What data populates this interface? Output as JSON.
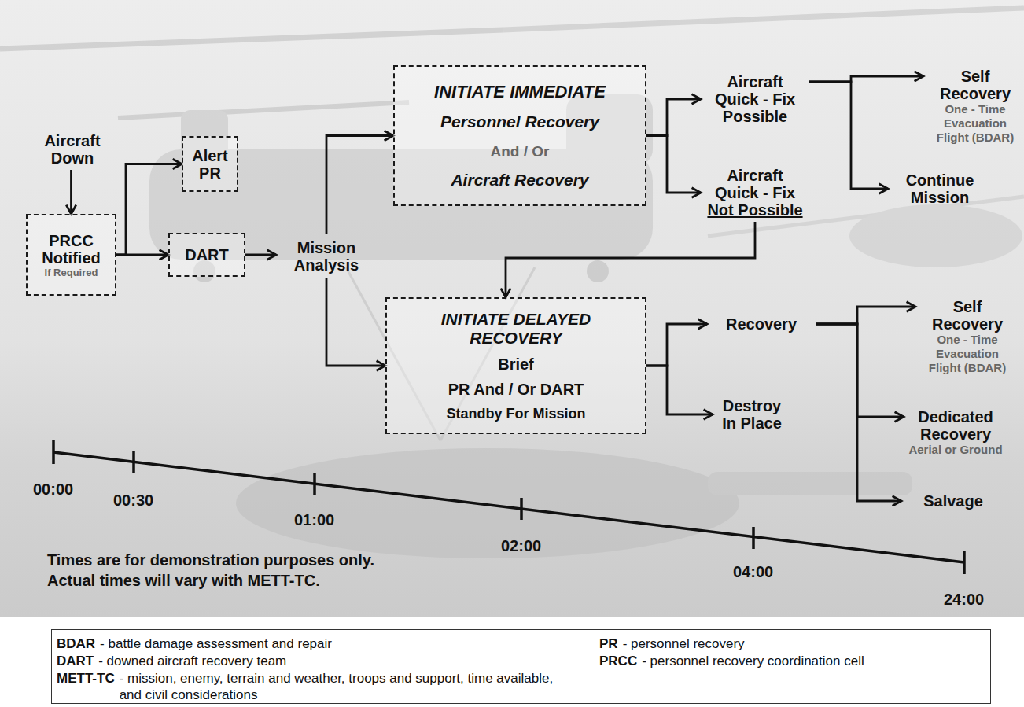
{
  "diagram": {
    "nodes": [
      {
        "text": [
          "Aircraft Down"
        ]
      },
      {
        "text": [
          "PRCC Notified",
          "If Required"
        ]
      },
      {
        "text": [
          "Alert PR"
        ]
      },
      {
        "text": [
          "DART"
        ]
      },
      {
        "text": [
          "Mission Analysis"
        ]
      },
      {
        "text": [
          "INITIATE IMMEDIATE",
          "Personnel Recovery",
          "And / Or",
          "Aircraft Recovery"
        ]
      },
      {
        "text": [
          "Aircraft Quick - Fix Possible"
        ]
      },
      {
        "text": [
          "Aircraft Quick - Fix",
          "Not Possible"
        ]
      },
      {
        "text": [
          "Self Recovery",
          "One - Time Evacuation Flight (BDAR)"
        ]
      },
      {
        "text": [
          "Continue Mission"
        ]
      },
      {
        "text": [
          "INITIATE DELAYED RECOVERY",
          "Brief",
          "PR And / Or DART",
          "Standby For Mission"
        ]
      },
      {
        "text": [
          "Recovery"
        ]
      },
      {
        "text": [
          "Destroy In Place"
        ]
      },
      {
        "text": [
          "Self Recovery",
          "One - Time Evacuation Flight (BDAR)"
        ]
      },
      {
        "text": [
          "Dedicated Recovery",
          "Aerial or Ground"
        ]
      },
      {
        "text": [
          "Salvage"
        ]
      }
    ],
    "edges": [
      {
        "from": 0,
        "to": 1,
        "arrow": "to"
      },
      {
        "from": 1,
        "to": 2,
        "arrow": "to"
      },
      {
        "from": 1,
        "to": 3,
        "arrow": "to"
      },
      {
        "from": 3,
        "to": 4,
        "arrow": "to"
      },
      {
        "from": 4,
        "to": 5,
        "arrow": "to"
      },
      {
        "from": 4,
        "to": 10,
        "arrow": "to"
      },
      {
        "from": 5,
        "to": 6,
        "arrow": "to"
      },
      {
        "from": 5,
        "to": 7,
        "arrow": "to"
      },
      {
        "from": 6,
        "to": 8,
        "arrow": "to"
      },
      {
        "from": 6,
        "to": 9,
        "arrow": "to"
      },
      {
        "from": 7,
        "to": 10,
        "arrow": "to"
      },
      {
        "from": 10,
        "to": 11,
        "arrow": "to"
      },
      {
        "from": 10,
        "to": 12,
        "arrow": "to"
      },
      {
        "from": 11,
        "to": 13,
        "arrow": "to"
      },
      {
        "from": 11,
        "to": 14,
        "arrow": "to"
      },
      {
        "from": 11,
        "to": 15,
        "arrow": "to"
      }
    ],
    "labels": [
      "00:00",
      "00:30",
      "01:00",
      "02:00",
      "04:00",
      "24:00",
      "Times are for demonstration purposes only.",
      "Actual times will vary with METT-TC.",
      "BDAR",
      "- battle damage assessment and repair",
      "DART",
      "- downed aircraft recovery team",
      "METT-TC",
      "- mission, enemy, terrain and weather, troops and support, time available, and civil considerations",
      "PR",
      "- personnel recovery",
      "PRCC",
      "- personnel recovery coordination cell"
    ]
  }
}
